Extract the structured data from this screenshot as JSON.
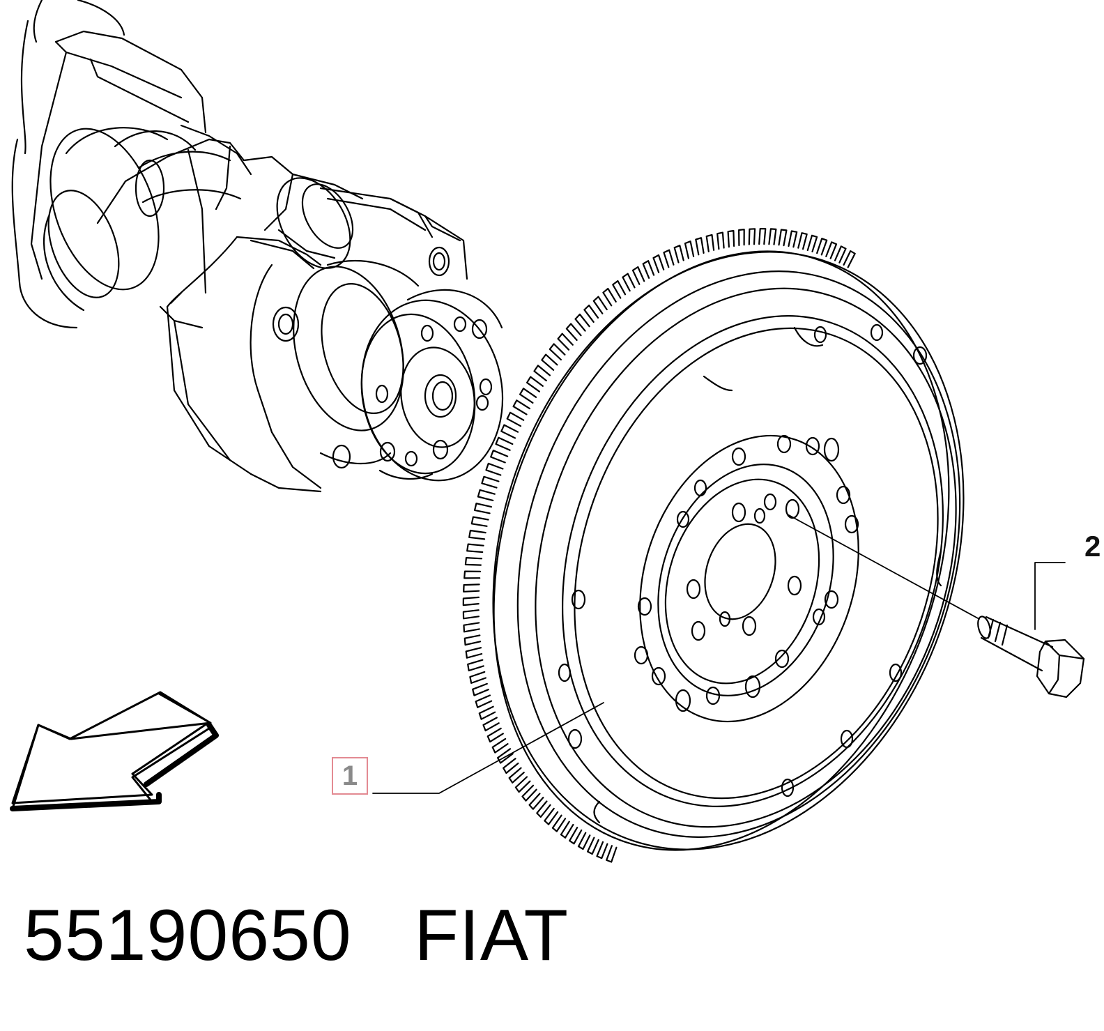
{
  "callouts": [
    {
      "id": "1",
      "label": "1"
    },
    {
      "id": "2",
      "label": "2"
    }
  ],
  "caption": {
    "part_number": "55190650",
    "brand": "FIAT"
  },
  "colors": {
    "line": "#000000",
    "callout_box_border": "#e38a92",
    "callout_text": "#8a8a8a"
  },
  "icons": [
    "direction-arrow-icon"
  ]
}
